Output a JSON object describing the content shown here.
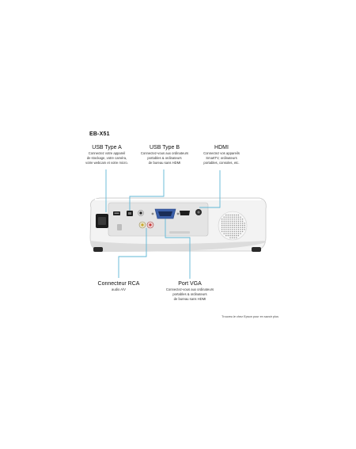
{
  "model": "EB-X51",
  "labels": {
    "usb_a": {
      "title": "USB Type A",
      "desc": "Connectez votre appareil\nde stockage, votre caméra,\nvotre webcam et votre micro."
    },
    "usb_b": {
      "title": "USB Type B",
      "desc": "Connectez-vous aux ordinateurs\nportables & ordinateurs\nde bureau sans HDMI"
    },
    "hdmi": {
      "title": "HDMI",
      "desc": "Connectez vos appareils\nSmartTV, ordinateurs\nportables, consoles, etc."
    },
    "rca": {
      "title": "Connecteur RCA",
      "desc": "audio A/V"
    },
    "vga": {
      "title": "Port VGA",
      "desc": "Connectez-vous aux ordinateurs\nportables & ordinateurs\nde bureau sans HDMI"
    }
  },
  "footer": "Trouvez-le chez Epson pour en savoir plus",
  "colors": {
    "callout": "#5fb7d6",
    "body": "#f2f2f2",
    "panel": "#e3e3e3"
  }
}
